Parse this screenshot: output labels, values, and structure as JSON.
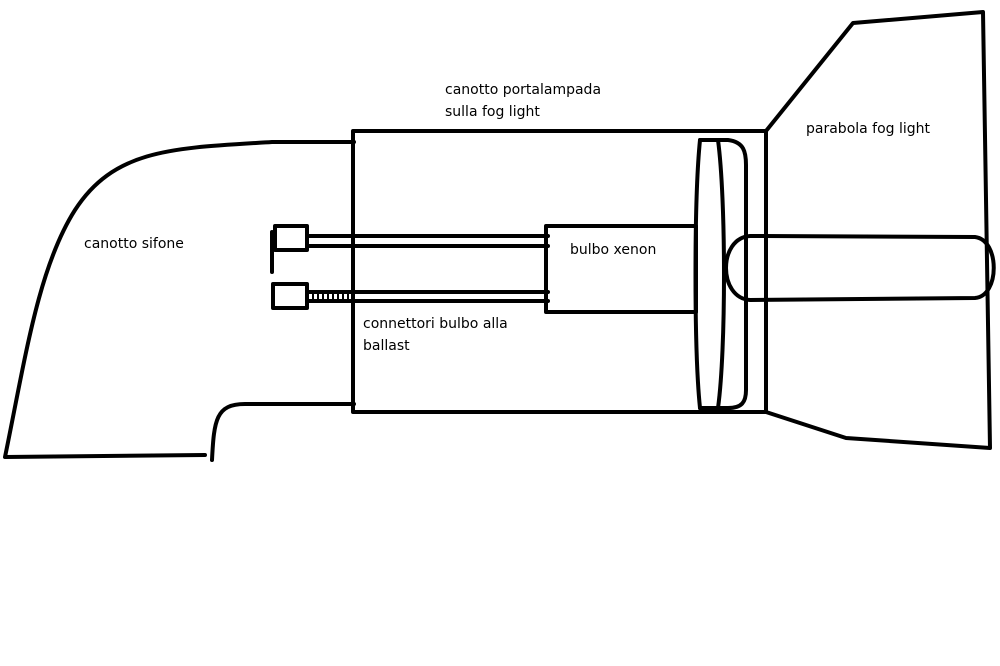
{
  "diagram": {
    "stroke_color": "#000000",
    "background_color": "#ffffff",
    "labels": {
      "canotto_sifone": "canotto sifone",
      "canotto_portalampada_line1": "canotto portalampada",
      "canotto_portalampada_line2": "sulla fog light",
      "parabola_fog_light": "parabola fog light",
      "bulbo_xenon": "bulbo xenon",
      "connettori_line1": "connettori bulbo alla",
      "connettori_line2": "ballast"
    },
    "parts": [
      "canotto-sifone-outline",
      "canotto-portalampada-rect",
      "parabola-outline",
      "bulb-flange",
      "bulbo-xenon-box",
      "bulb-capsule",
      "connector-wire-top",
      "connector-wire-bottom",
      "connector-plug-top",
      "connector-plug-bottom"
    ]
  }
}
